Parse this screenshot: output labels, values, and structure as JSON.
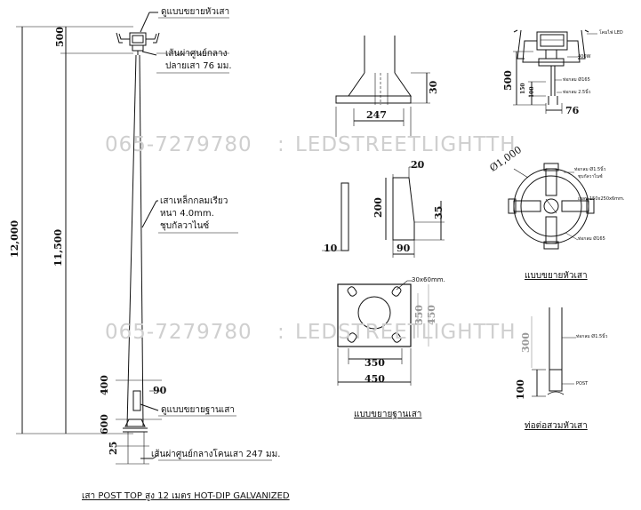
{
  "watermark": {
    "phone": "065-7279780",
    "sep": ":",
    "brand": "LEDSTREETLIGHTTH"
  },
  "pole_view": {
    "label_head_detail": "ดูแบบขยายหัวเสา",
    "label_top_center_1": "เส้นผ่าศูนย์กลาง",
    "label_top_center_2": "ปลายเสา 76 มม.",
    "label_material_1": "เสาเหล็กกลมเรียว",
    "label_material_2": "หนา 4.0mm.",
    "label_material_3": "ชุบกัลวาไนซ์",
    "label_base_detail": "ดูแบบขยายฐานเสา",
    "label_base_center": "เส้นผ่าศูนย์กลางโคนเสา 247 มม.",
    "dim_500": "500",
    "dim_12000": "12,000",
    "dim_11500": "11,500",
    "dim_400": "400",
    "dim_90": "90",
    "dim_600": "600",
    "dim_25": "25",
    "title": "เสา POST TOP สูง 12 เมตร HOT-DIP GALVANIZED"
  },
  "base_side": {
    "dim_30": "30",
    "dim_247": "247"
  },
  "gusset": {
    "dim_20": "20",
    "dim_200": "200",
    "dim_35": "35",
    "dim_10": "10",
    "dim_90": "90"
  },
  "base_plate": {
    "slot_label": "30x60mm.",
    "dim_350v": "350",
    "dim_450v": "450",
    "dim_350": "350",
    "dim_450": "450",
    "caption": "แบบขยายฐานเสา"
  },
  "head_front": {
    "lamp_label": "โคมไฟ LED",
    "watt_label": "400W",
    "pipe1_label": "ท่อกลม Ø165",
    "pipe2_label": "ท่อกลม 2.5นิ้ว",
    "dim_500": "500",
    "dim_150": "150",
    "dim_100": "100",
    "dim_76": "76"
  },
  "head_top": {
    "dim_1000": "Ø1,000",
    "pipe_label_1": "ท่อกลม Ø1.5นิ้ว",
    "pipe_label_2": "ชุบกัลวาไนซ์",
    "plate_label": "เพลท 150x250x6mm.",
    "pipe3_label": "ท่อกลม Ø165",
    "caption": "แบบขยายหัวเสา"
  },
  "sleeve": {
    "pipe_label": "ท่อกลม Ø1.5นิ้ว",
    "post_label": "POST",
    "dim_300": "300",
    "dim_100": "100",
    "caption": "ท่อต่อสวมหัวเสา"
  }
}
